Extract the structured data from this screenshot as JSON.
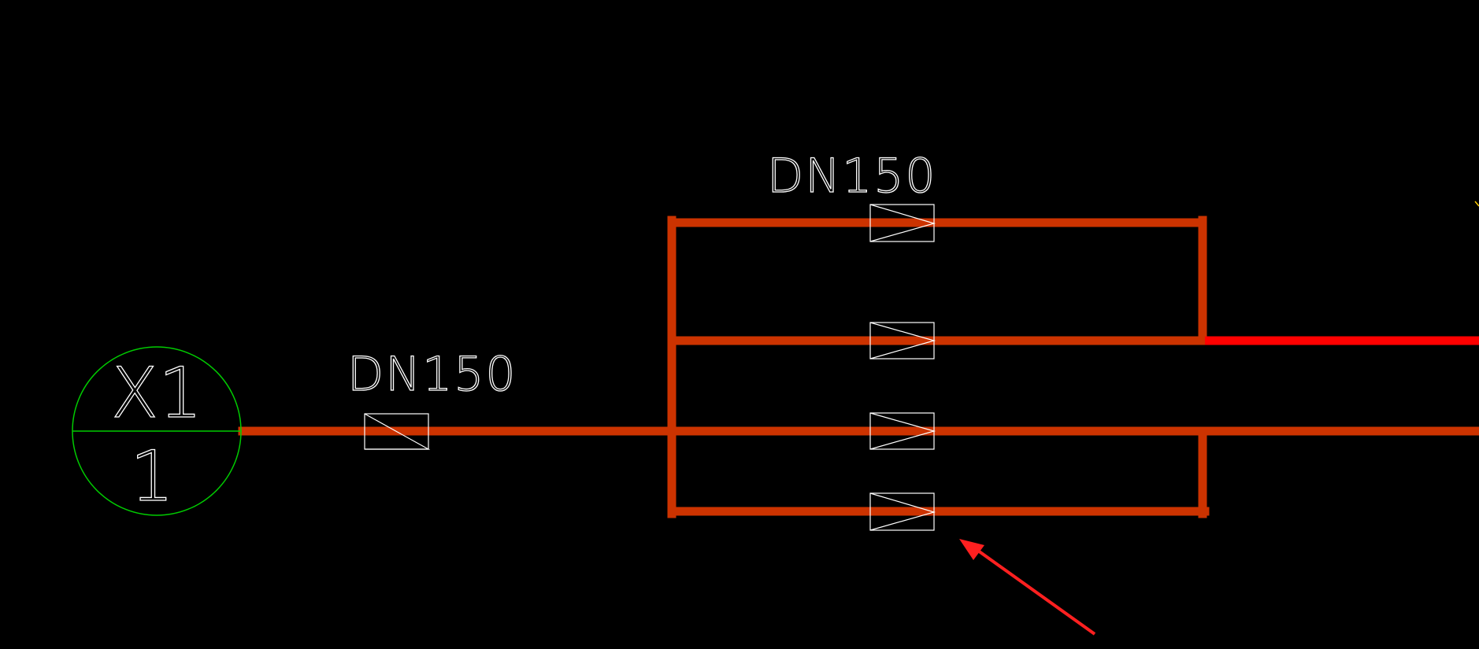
{
  "diagram": {
    "colors": {
      "background": "#000000",
      "pipe": "#cc3300",
      "highlighted_pipe": "#ff0000",
      "valve": "#ffffff",
      "text": "#ffffff",
      "node_circle": "#00cc00",
      "arrow": "#ff2020",
      "corner_mark": "#ffcc00"
    },
    "node": {
      "top_text": "X1",
      "bottom_text": "1"
    },
    "labels": {
      "inlet": "DN150",
      "bypass": "DN150"
    },
    "annotation": {
      "arrow_icon": "arrow-up-left-icon"
    }
  }
}
